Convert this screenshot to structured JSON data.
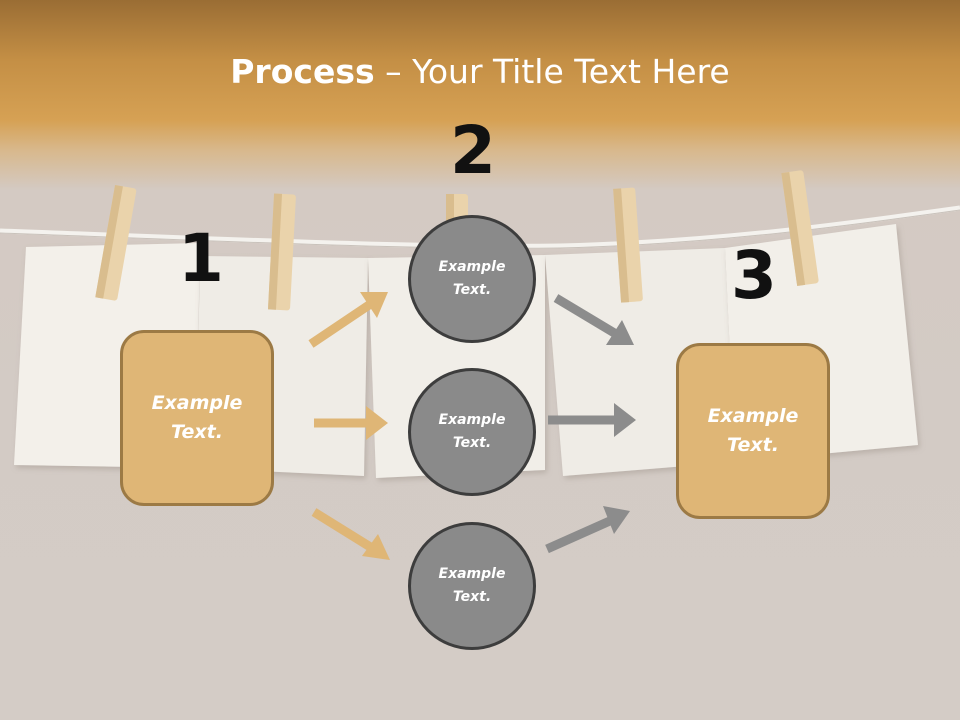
{
  "title": {
    "bold": "Process",
    "rest": " – Your Title Text Here"
  },
  "steps": {
    "one": "1",
    "two": "2",
    "three": "3"
  },
  "left_box": {
    "text": "Example Text."
  },
  "right_box": {
    "text": "Example Text."
  },
  "circles": [
    {
      "text": "Example Text."
    },
    {
      "text": "Example Text."
    },
    {
      "text": "Example Text."
    }
  ],
  "colors": {
    "accent": "#dfb676",
    "circle": "#8a8a8a",
    "arrow_left": "#dfb676",
    "arrow_right": "#8c8c8c"
  }
}
